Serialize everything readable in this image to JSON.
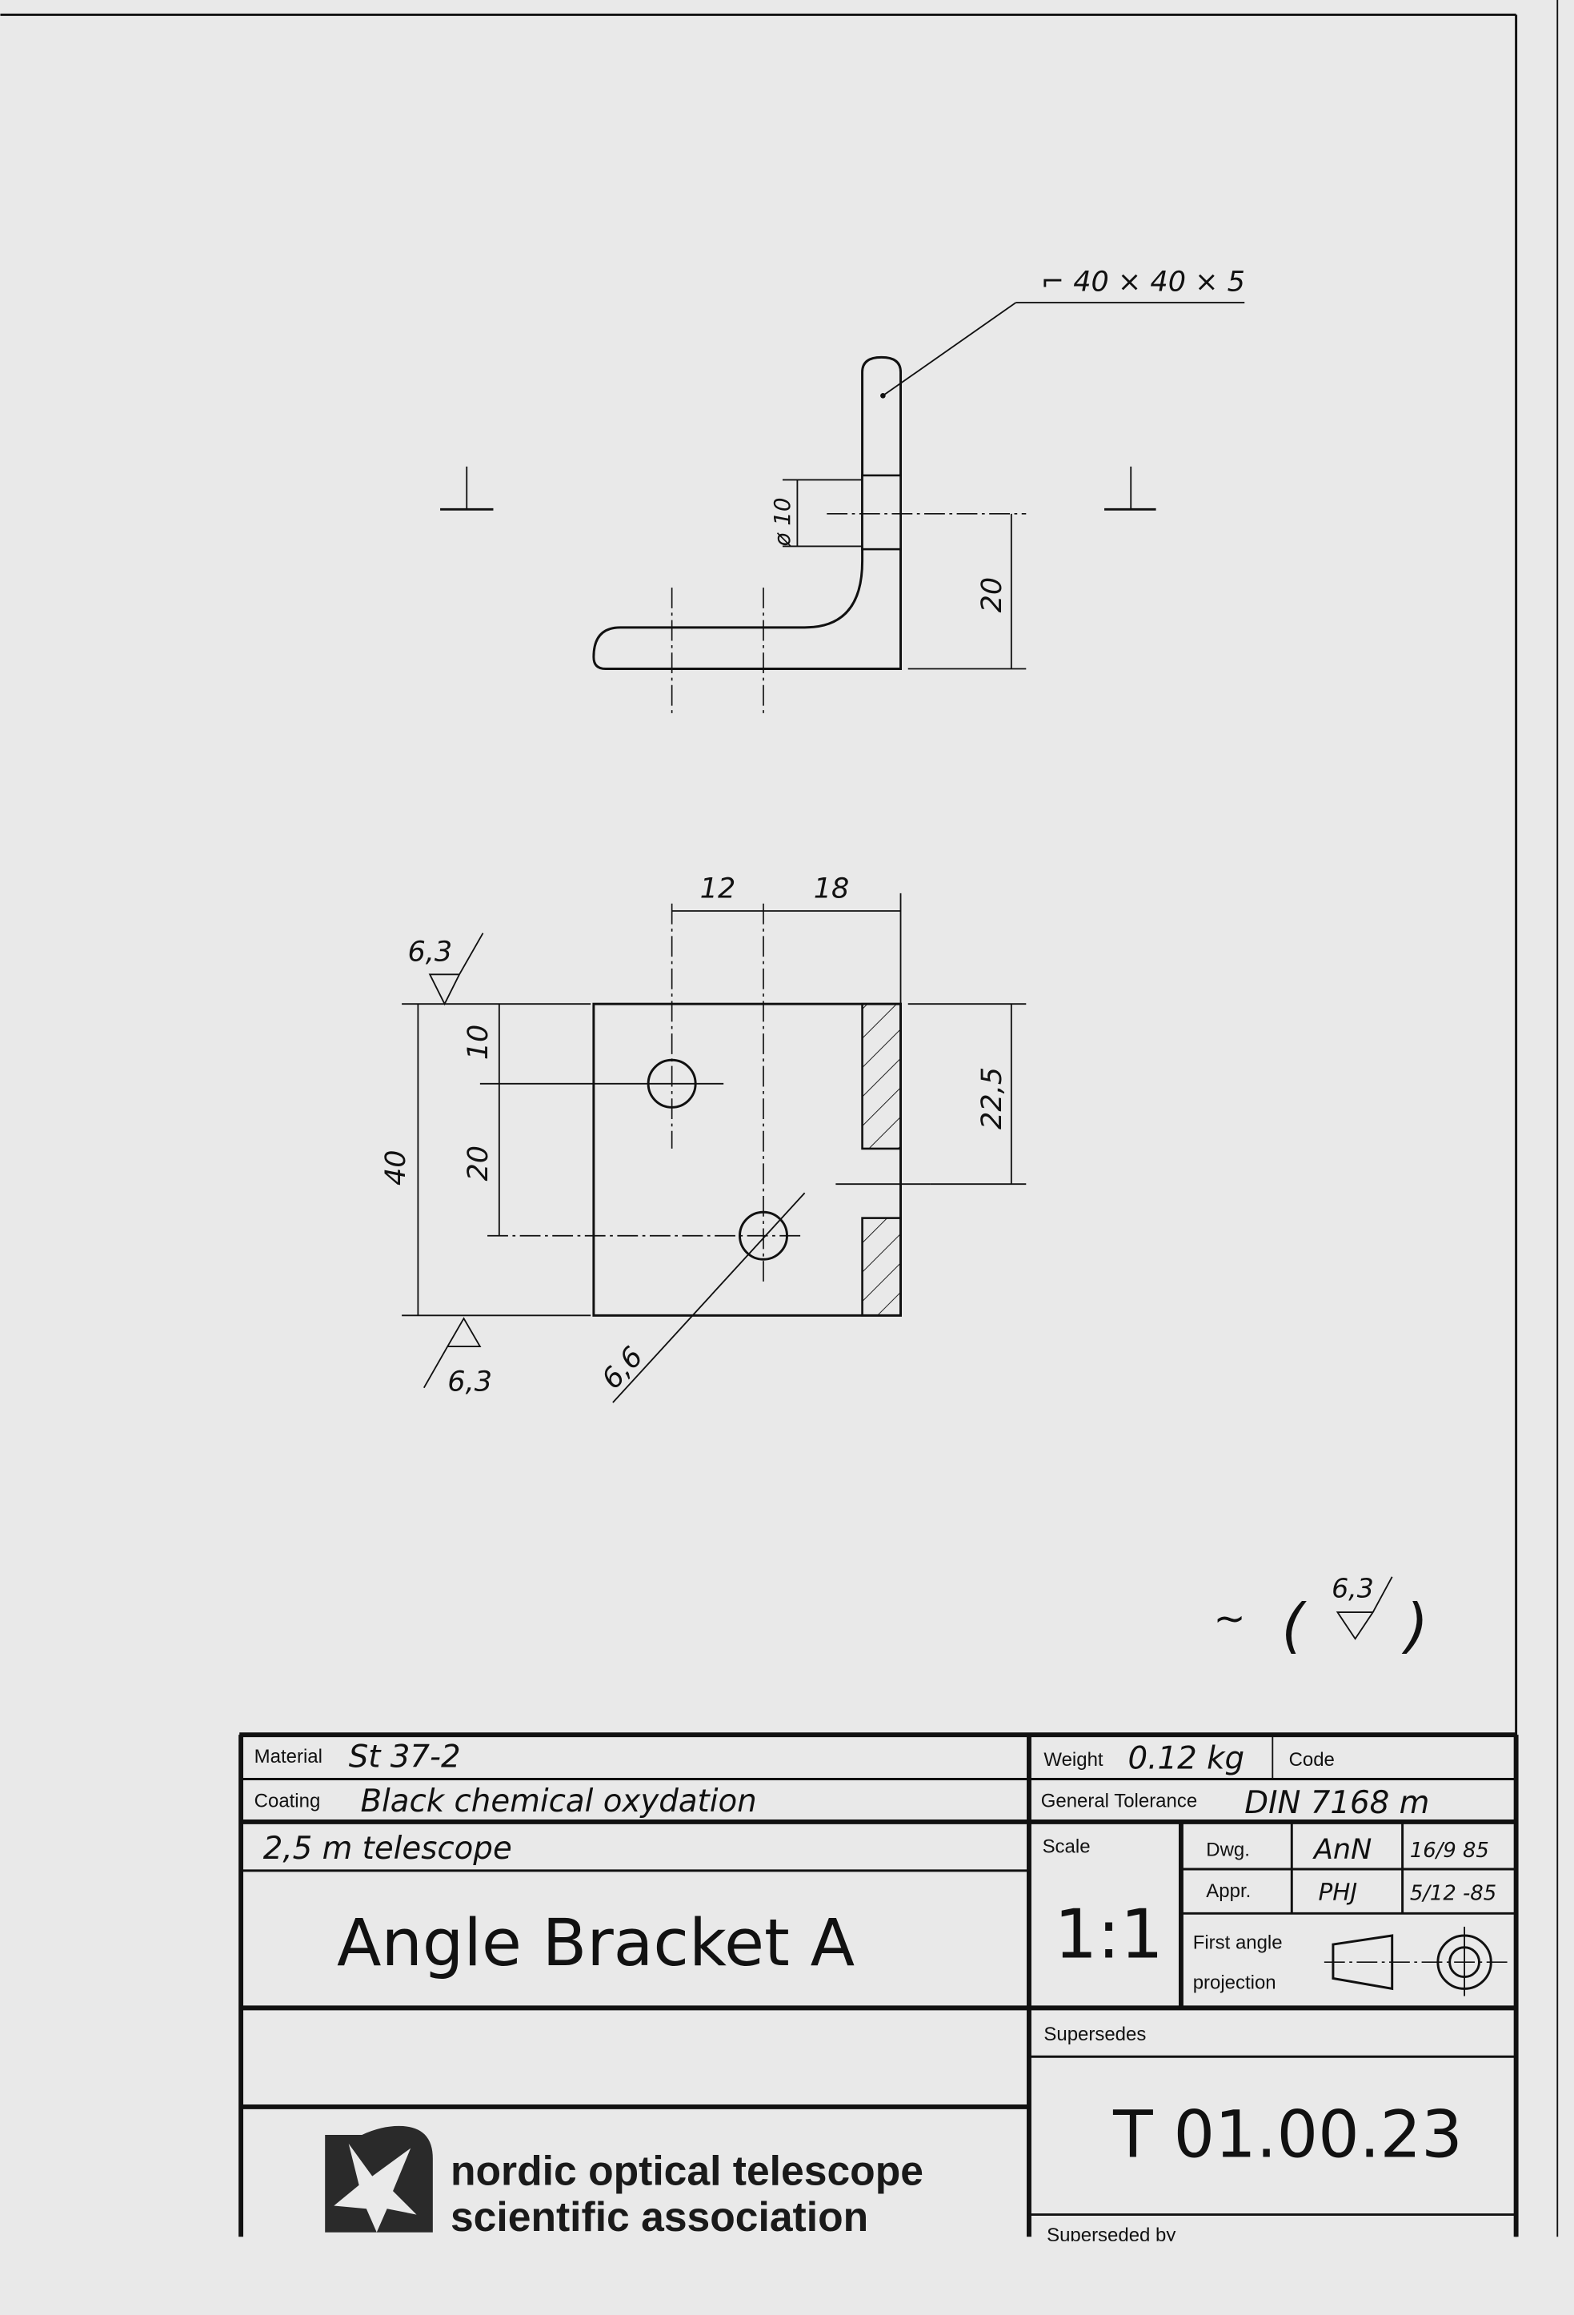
{
  "drawing": {
    "profile_callout": "⌐ 40 × 40 × 5",
    "section_view": {
      "hole_diameter": "ø 10",
      "hole_height": "20"
    },
    "front_view": {
      "dim_12": "12",
      "dim_18": "18",
      "dim_22_5": "22,5",
      "dim_40": "40",
      "dim_10": "10",
      "dim_20": "20",
      "hole_dim": "6,6",
      "surface_top": "6,3",
      "surface_bottom": "6,3"
    },
    "general_surface": "6,3"
  },
  "title_block": {
    "material_label": "Material",
    "material_value": "St 37-2",
    "coating_label": "Coating",
    "coating_value": "Black chemical oxydation",
    "project": "2,5 m telescope",
    "title": "Angle Bracket A",
    "weight_label": "Weight",
    "weight_value": "0.12 kg",
    "code_label": "Code",
    "tolerance_label": "General Tolerance",
    "tolerance_value": "DIN 7168 m",
    "scale_label": "Scale",
    "scale_value": "1:1",
    "dwg_label": "Dwg.",
    "dwg_initials": "AnN",
    "dwg_date": "16/9 85",
    "appr_label": "Appr.",
    "appr_initials": "PHJ",
    "appr_date": "5/12 -85",
    "projection_line1": "First angle",
    "projection_line2": "projection",
    "supersedes_label": "Supersedes",
    "drawing_number": "T 01.00.23",
    "superseded_by_label": "Superseded by",
    "org_line1": "nordic optical telescope",
    "org_line2": "scientific association"
  }
}
